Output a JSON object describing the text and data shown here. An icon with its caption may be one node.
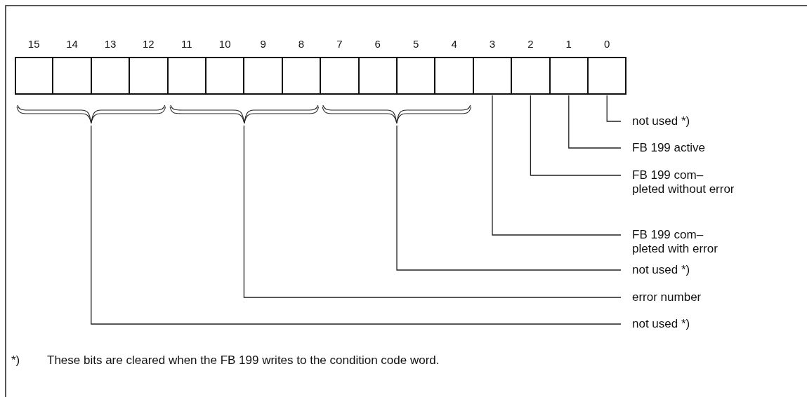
{
  "diagram": {
    "nodes": [
      {
        "text": [
          "15"
        ]
      },
      {
        "text": [
          "14"
        ]
      },
      {
        "text": [
          "13"
        ]
      },
      {
        "text": [
          "12"
        ]
      },
      {
        "text": [
          "11"
        ]
      },
      {
        "text": [
          "10"
        ]
      },
      {
        "text": [
          "9"
        ]
      },
      {
        "text": [
          "8"
        ]
      },
      {
        "text": [
          "7"
        ]
      },
      {
        "text": [
          "6"
        ]
      },
      {
        "text": [
          "5"
        ]
      },
      {
        "text": [
          "4"
        ]
      },
      {
        "text": [
          "3"
        ]
      },
      {
        "text": [
          "2"
        ]
      },
      {
        "text": [
          "1"
        ]
      },
      {
        "text": [
          "0"
        ]
      },
      {
        "text": [],
        "shape": "brace"
      },
      {
        "text": [],
        "shape": "brace"
      },
      {
        "text": [],
        "shape": "brace"
      },
      {
        "text": [
          "not used *)"
        ]
      },
      {
        "text": [
          "FB 199 active"
        ]
      },
      {
        "text": [
          "FB 199 com– pleted without error"
        ]
      },
      {
        "text": [
          "FB 199 com– pleted with error"
        ]
      },
      {
        "text": [
          "not used *)"
        ]
      },
      {
        "text": [
          "error number"
        ]
      },
      {
        "text": [
          "not used *)"
        ]
      }
    ],
    "edges": [
      {
        "from": 15,
        "to": 19,
        "arrow": "none"
      },
      {
        "from": 14,
        "to": 20,
        "arrow": "none"
      },
      {
        "from": 13,
        "to": 21,
        "arrow": "none"
      },
      {
        "from": 12,
        "to": 22,
        "arrow": "none"
      },
      {
        "from": 18,
        "to": 23,
        "arrow": "none"
      },
      {
        "from": 17,
        "to": 24,
        "arrow": "none"
      },
      {
        "from": 16,
        "to": 25,
        "arrow": "none"
      }
    ],
    "labels": [
      "*)",
      "These bits are cleared when the FB 199 writes to the condition code word."
    ]
  }
}
